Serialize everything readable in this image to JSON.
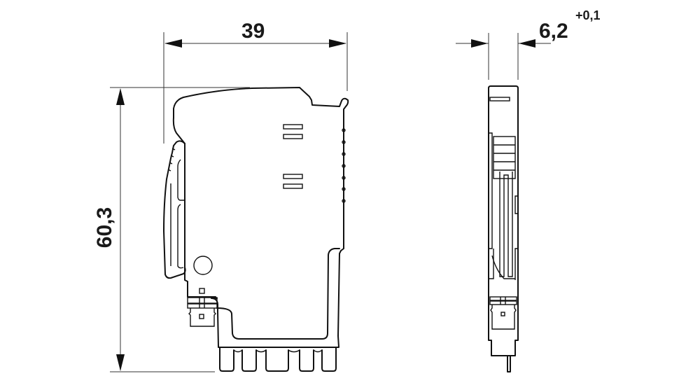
{
  "drawing": {
    "type": "technical dimension drawing",
    "views": [
      "side-view",
      "front-view"
    ],
    "dimensions": {
      "width": {
        "value": "39",
        "orientation": "horizontal"
      },
      "height": {
        "value": "60,3",
        "orientation": "vertical"
      },
      "thickness": {
        "value": "6,2",
        "tolerance": "+0,1",
        "orientation": "horizontal"
      }
    },
    "colors": {
      "line": "#111111",
      "background": "#ffffff"
    }
  }
}
